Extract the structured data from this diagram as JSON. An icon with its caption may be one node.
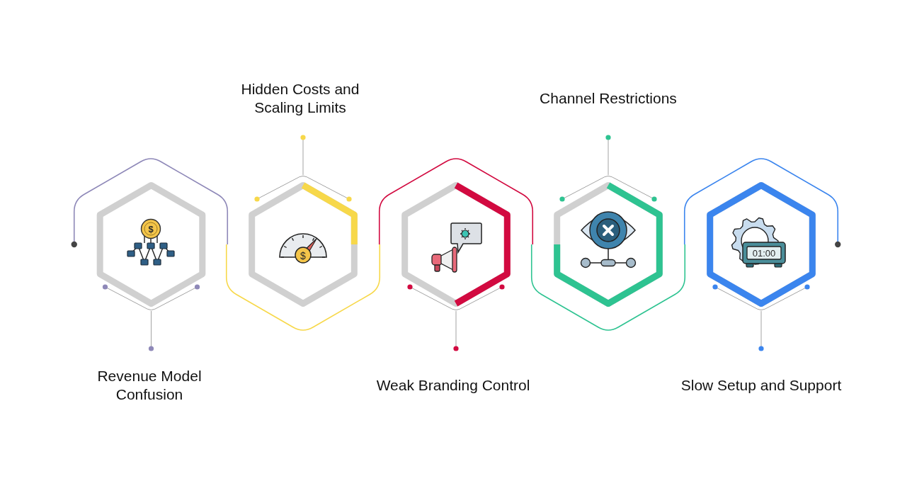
{
  "diagram": {
    "nodes": [
      {
        "text": [
          "Revenue Model Confusion"
        ]
      },
      {
        "text": [
          "Hidden Costs and Scaling Limits"
        ]
      },
      {
        "text": [
          "Weak Branding Control"
        ]
      },
      {
        "text": [
          "Channel Restrictions"
        ]
      },
      {
        "text": [
          "Slow Setup and Support"
        ]
      }
    ],
    "labels": [
      "$",
      "$",
      "01:00"
    ]
  }
}
